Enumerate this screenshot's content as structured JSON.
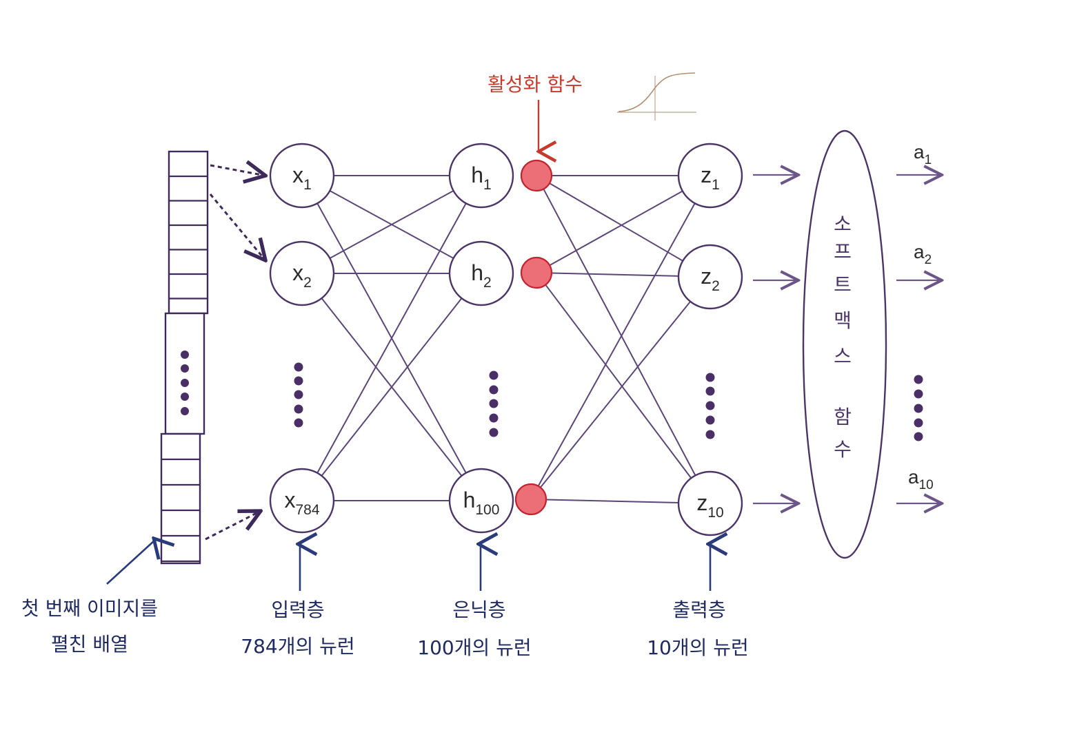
{
  "input_nodes": [
    {
      "base": "x",
      "sub": "1"
    },
    {
      "base": "x",
      "sub": "2"
    },
    {
      "base": "x",
      "sub": "784"
    }
  ],
  "hidden_nodes": [
    {
      "base": "h",
      "sub": "1"
    },
    {
      "base": "h",
      "sub": "2"
    },
    {
      "base": "h",
      "sub": "100"
    }
  ],
  "output_nodes": [
    {
      "base": "z",
      "sub": "1"
    },
    {
      "base": "z",
      "sub": "2"
    },
    {
      "base": "z",
      "sub": "10"
    }
  ],
  "outputs": [
    {
      "base": "a",
      "sub": "1"
    },
    {
      "base": "a",
      "sub": "2"
    },
    {
      "base": "a",
      "sub": "10"
    }
  ],
  "activation_label": "활성화 함수",
  "softmax_label": [
    "소",
    "프",
    "트",
    "맥",
    "스",
    "함",
    "수"
  ],
  "captions": {
    "array": [
      "첫 번째 이미지를",
      "펼친 배열"
    ],
    "input": [
      "입력층",
      "784개의 뉴런"
    ],
    "hidden": [
      "은닉층",
      "100개의 뉴런"
    ],
    "output": [
      "출력층",
      "10개의 뉴런"
    ]
  },
  "colors": {
    "activation": "#ec6f78",
    "caption": "#1e2a60",
    "activation_label": "#c63a2e",
    "line": "#5a4676"
  }
}
